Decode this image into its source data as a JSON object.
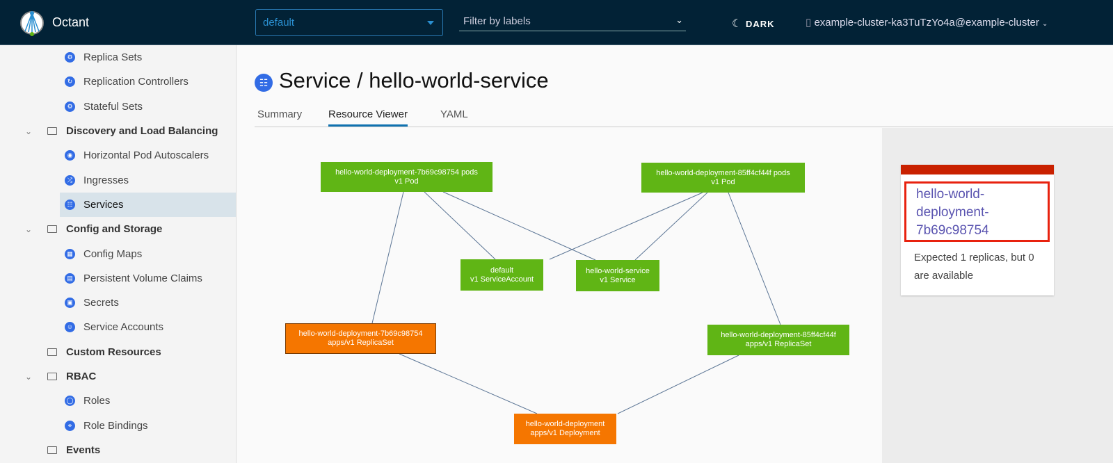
{
  "header": {
    "app_name": "Octant",
    "namespace": "default",
    "filter_placeholder": "Filter by labels",
    "theme_toggle": "DARK",
    "cluster": "example-cluster-ka3TuTzYo4a@example-cluster"
  },
  "sidebar": {
    "items": [
      {
        "label": "Replica Sets",
        "type": "child"
      },
      {
        "label": "Replication Controllers",
        "type": "child"
      },
      {
        "label": "Stateful Sets",
        "type": "child"
      },
      {
        "label": "Discovery and Load Balancing",
        "type": "group",
        "expanded": true
      },
      {
        "label": "Horizontal Pod Autoscalers",
        "type": "child"
      },
      {
        "label": "Ingresses",
        "type": "child"
      },
      {
        "label": "Services",
        "type": "child",
        "active": true
      },
      {
        "label": "Config and Storage",
        "type": "group",
        "expanded": true
      },
      {
        "label": "Config Maps",
        "type": "child"
      },
      {
        "label": "Persistent Volume Claims",
        "type": "child"
      },
      {
        "label": "Secrets",
        "type": "child"
      },
      {
        "label": "Service Accounts",
        "type": "child"
      },
      {
        "label": "Custom Resources",
        "type": "group"
      },
      {
        "label": "RBAC",
        "type": "group",
        "expanded": true
      },
      {
        "label": "Roles",
        "type": "child"
      },
      {
        "label": "Role Bindings",
        "type": "child"
      },
      {
        "label": "Events",
        "type": "group"
      }
    ]
  },
  "page": {
    "title": "Service / hello-world-service",
    "tabs": [
      {
        "label": "Summary"
      },
      {
        "label": "Resource Viewer",
        "active": true
      },
      {
        "label": "YAML"
      }
    ]
  },
  "graph": {
    "nodes": [
      {
        "id": "pod1",
        "name": "hello-world-deployment-7b69c98754 pods",
        "kind": "v1 Pod",
        "status": "ok"
      },
      {
        "id": "pod2",
        "name": "hello-world-deployment-85ff4cf44f pods",
        "kind": "v1 Pod",
        "status": "ok"
      },
      {
        "id": "sa",
        "name": "default",
        "kind": "v1 ServiceAccount",
        "status": "ok"
      },
      {
        "id": "svc",
        "name": "hello-world-service",
        "kind": "v1 Service",
        "status": "ok"
      },
      {
        "id": "rs1",
        "name": "hello-world-deployment-7b69c98754",
        "kind": "apps/v1 ReplicaSet",
        "status": "warning",
        "selected": true
      },
      {
        "id": "rs2",
        "name": "hello-world-deployment-85ff4cf44f",
        "kind": "apps/v1 ReplicaSet",
        "status": "ok"
      },
      {
        "id": "dep",
        "name": "hello-world-deployment",
        "kind": "apps/v1 Deployment",
        "status": "warning"
      }
    ],
    "edges": [
      [
        "pod1",
        "rs1"
      ],
      [
        "pod1",
        "sa"
      ],
      [
        "pod1",
        "svc"
      ],
      [
        "pod2",
        "sa"
      ],
      [
        "pod2",
        "svc"
      ],
      [
        "pod2",
        "rs2"
      ],
      [
        "rs1",
        "dep"
      ],
      [
        "rs2",
        "dep"
      ]
    ],
    "colors": {
      "ok": "#60b515",
      "warning": "#f57600",
      "error": "#c92100"
    }
  },
  "details": {
    "name": "hello-world-deployment-7b69c98754",
    "message": "Expected 1 replicas, but 0 are available",
    "status_color": "#c92100"
  }
}
